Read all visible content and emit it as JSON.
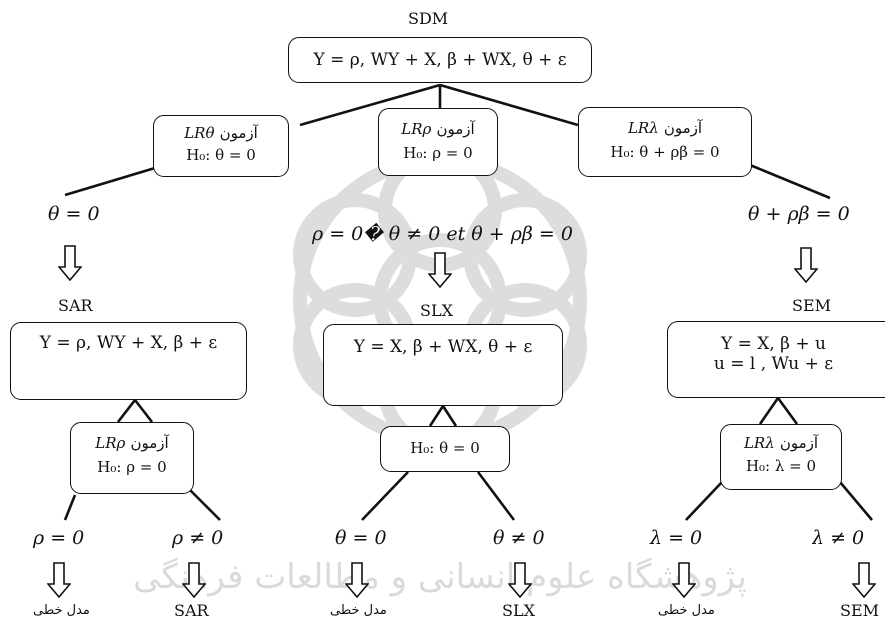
{
  "colors": {
    "ink": "#111111",
    "watermark": "#d8d8d8"
  },
  "top": {
    "title": "SDM",
    "equation": "Y = ρ, WY + X, β + WX, θ + ε"
  },
  "tests": {
    "theta": {
      "label": "آزمون",
      "stat": "LRθ",
      "h0": "H₀: θ = 0"
    },
    "rho": {
      "label": "آزمون",
      "stat": "LRρ",
      "h0": "H₀: ρ = 0"
    },
    "lambda": {
      "label": "آزمون",
      "stat": "LRλ",
      "h0": "H₀: θ + ρβ = 0"
    }
  },
  "conditions": {
    "left": "θ = 0",
    "middle": "ρ = 0� θ ≠ 0 et θ + ρβ = 0",
    "right": "θ + ρβ = 0"
  },
  "models": {
    "sar": {
      "title": "SAR",
      "equation": "Y = ρ, WY + X, β + ε"
    },
    "slx": {
      "title": "SLX",
      "equation": "Y = X, β + WX, θ + ε"
    },
    "sem": {
      "title": "SEM",
      "equation_1": "Y = X, β + u",
      "equation_2": "u = l , Wu + ε"
    }
  },
  "subtests": {
    "sar": {
      "label": "آزمون",
      "stat": "LRρ",
      "h0": "H₀: ρ = 0"
    },
    "slx": {
      "h0": "H₀: θ = 0"
    },
    "sem": {
      "label": "آزمون",
      "stat": "LRλ",
      "h0": "H₀: λ = 0"
    }
  },
  "outcomes": {
    "sar_left_cond": "ρ = 0",
    "sar_right_cond": "ρ ≠ 0",
    "slx_left_cond": "θ = 0",
    "slx_right_cond": "θ ≠ 0",
    "sem_left_cond": "λ = 0",
    "sem_right_cond": "λ ≠ 0",
    "linear_model": "مدل خطی",
    "sar_result": "SAR",
    "slx_result": "SLX",
    "sem_result": "SEM"
  }
}
